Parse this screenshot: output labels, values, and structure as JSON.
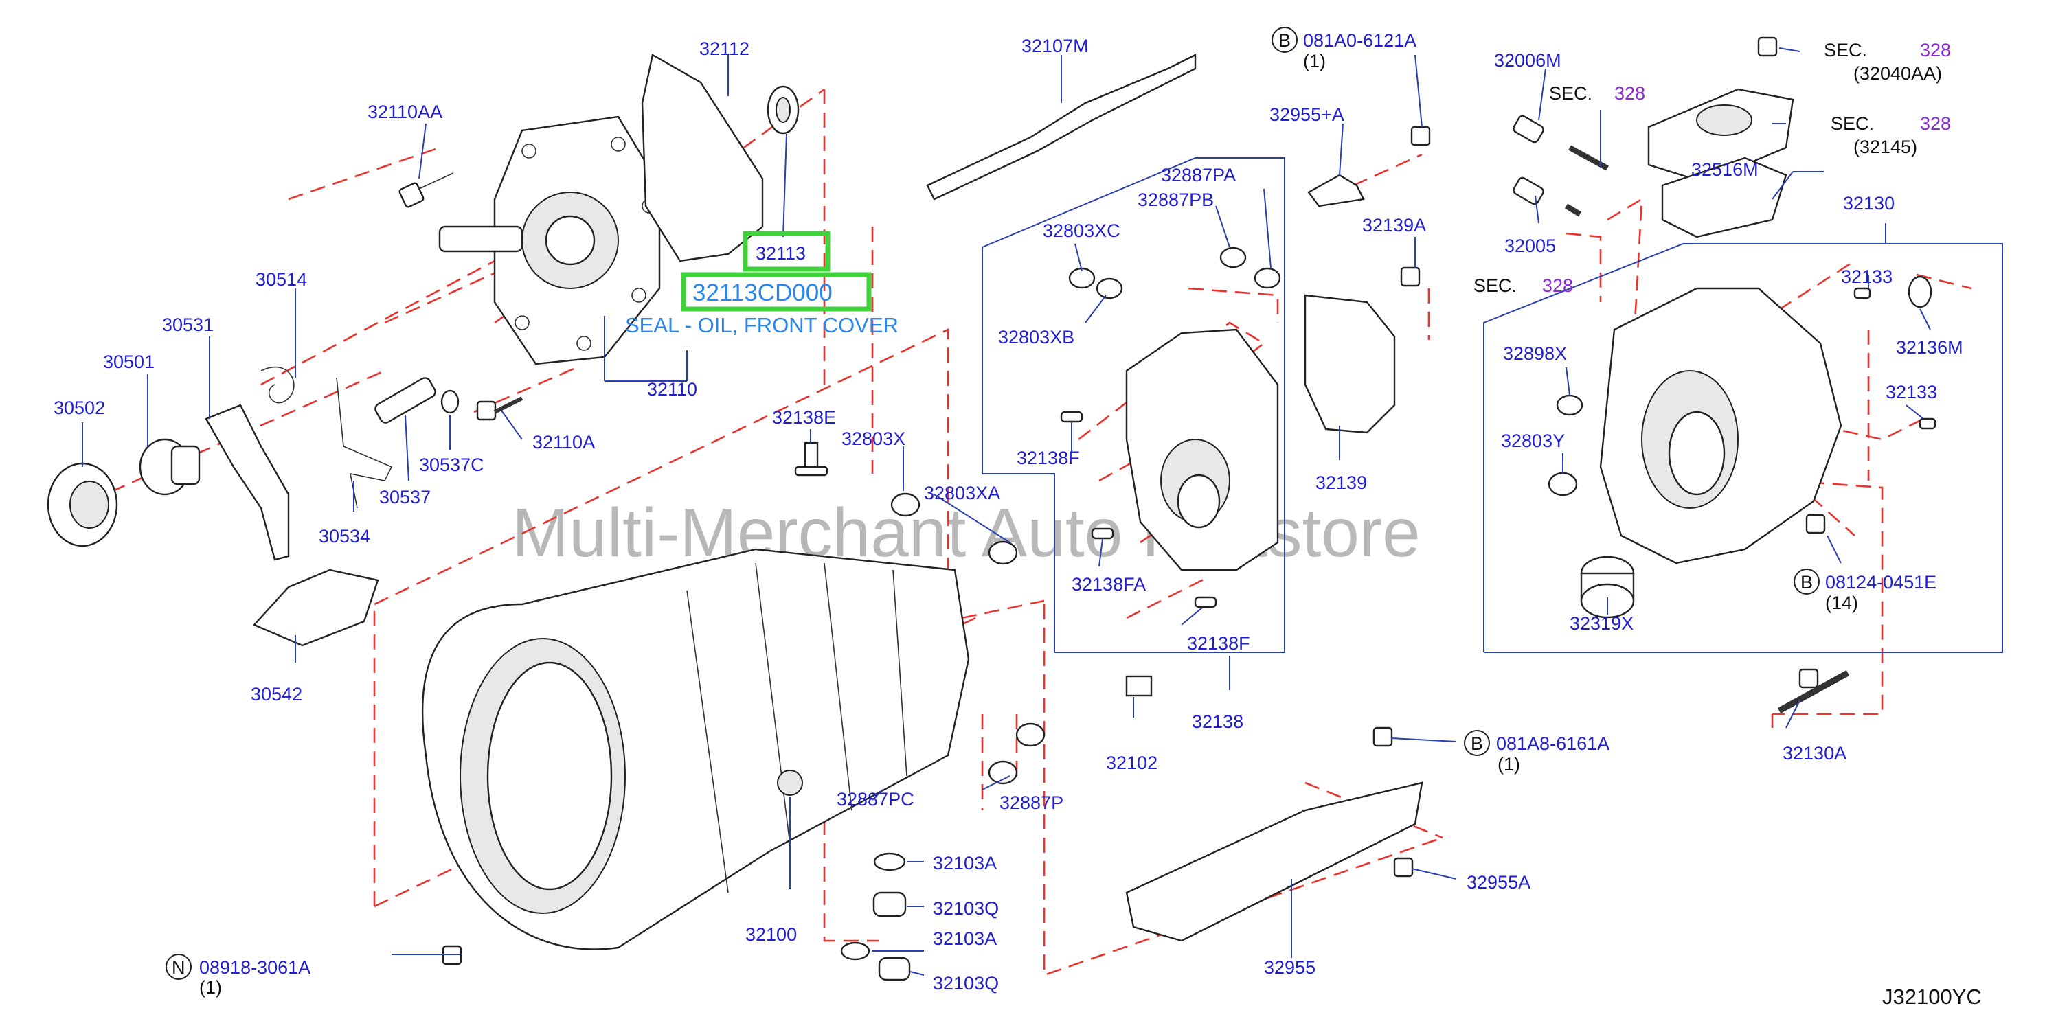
{
  "watermark": "Multi-Merchant Auto Partstore",
  "diagram_code": "J32100YC",
  "highlight": {
    "part_number": "32113CD000",
    "description": "SEAL - OIL, FRONT COVER",
    "ref": "32113"
  },
  "sec_text": "SEC.",
  "sec_number": "328",
  "labels": {
    "p32112": "32112",
    "p32110AA": "32110AA",
    "p32113": "32113",
    "p32110": "32110",
    "p32110A": "32110A",
    "p30514": "30514",
    "p30531": "30531",
    "p30501": "30501",
    "p30502": "30502",
    "p30537C": "30537C",
    "p30537": "30537",
    "p30534": "30534",
    "p30542": "30542",
    "p32107M": "32107M",
    "p32138E": "32138E",
    "p32803X": "32803X",
    "p32803XA": "32803XA",
    "p32100": "32100",
    "p32887PC": "32887PC",
    "p32887P": "32887P",
    "p32103A_1": "32103A",
    "p32103Q_1": "32103Q",
    "p32103A_2": "32103A",
    "p32103Q_2": "32103Q",
    "p08918": "08918-3061A",
    "q08918": "(1)",
    "p081A0": "081A0-6121A",
    "q081A0": "(1)",
    "p32955A_plus": "32955+A",
    "p32887PA": "32887PA",
    "p32887PB": "32887PB",
    "p32803XC": "32803XC",
    "p32803XB": "32803XB",
    "p32139A": "32139A",
    "p32138F_1": "32138F",
    "p32139": "32139",
    "p32138FA": "32138FA",
    "p32138F_2": "32138F",
    "p32138": "32138",
    "p32102": "32102",
    "p081A8": "081A8-6161A",
    "q081A8": "(1)",
    "p32955A": "32955A",
    "p32955": "32955",
    "p32006M": "32006M",
    "p32005": "32005",
    "sec_32040AA": "(32040AA)",
    "sec_32145": "(32145)",
    "p32516M": "32516M",
    "p32130": "32130",
    "p32133_1": "32133",
    "p32136M": "32136M",
    "p32898X": "32898X",
    "p32133_2": "32133",
    "p32803Y": "32803Y",
    "p08124": "08124-0451E",
    "q08124": "(14)",
    "p32319X": "32319X",
    "p32130A": "32130A"
  },
  "markers": {
    "b": "B",
    "n": "N"
  },
  "colors": {
    "label_blue": "#1f1fd0",
    "leader": "#2a3fb0",
    "dashed_red": "#e8342f",
    "highlight_green": "#3fd23a",
    "sec_purple": "#8a2bd6",
    "description_blue": "#2a86e8"
  }
}
